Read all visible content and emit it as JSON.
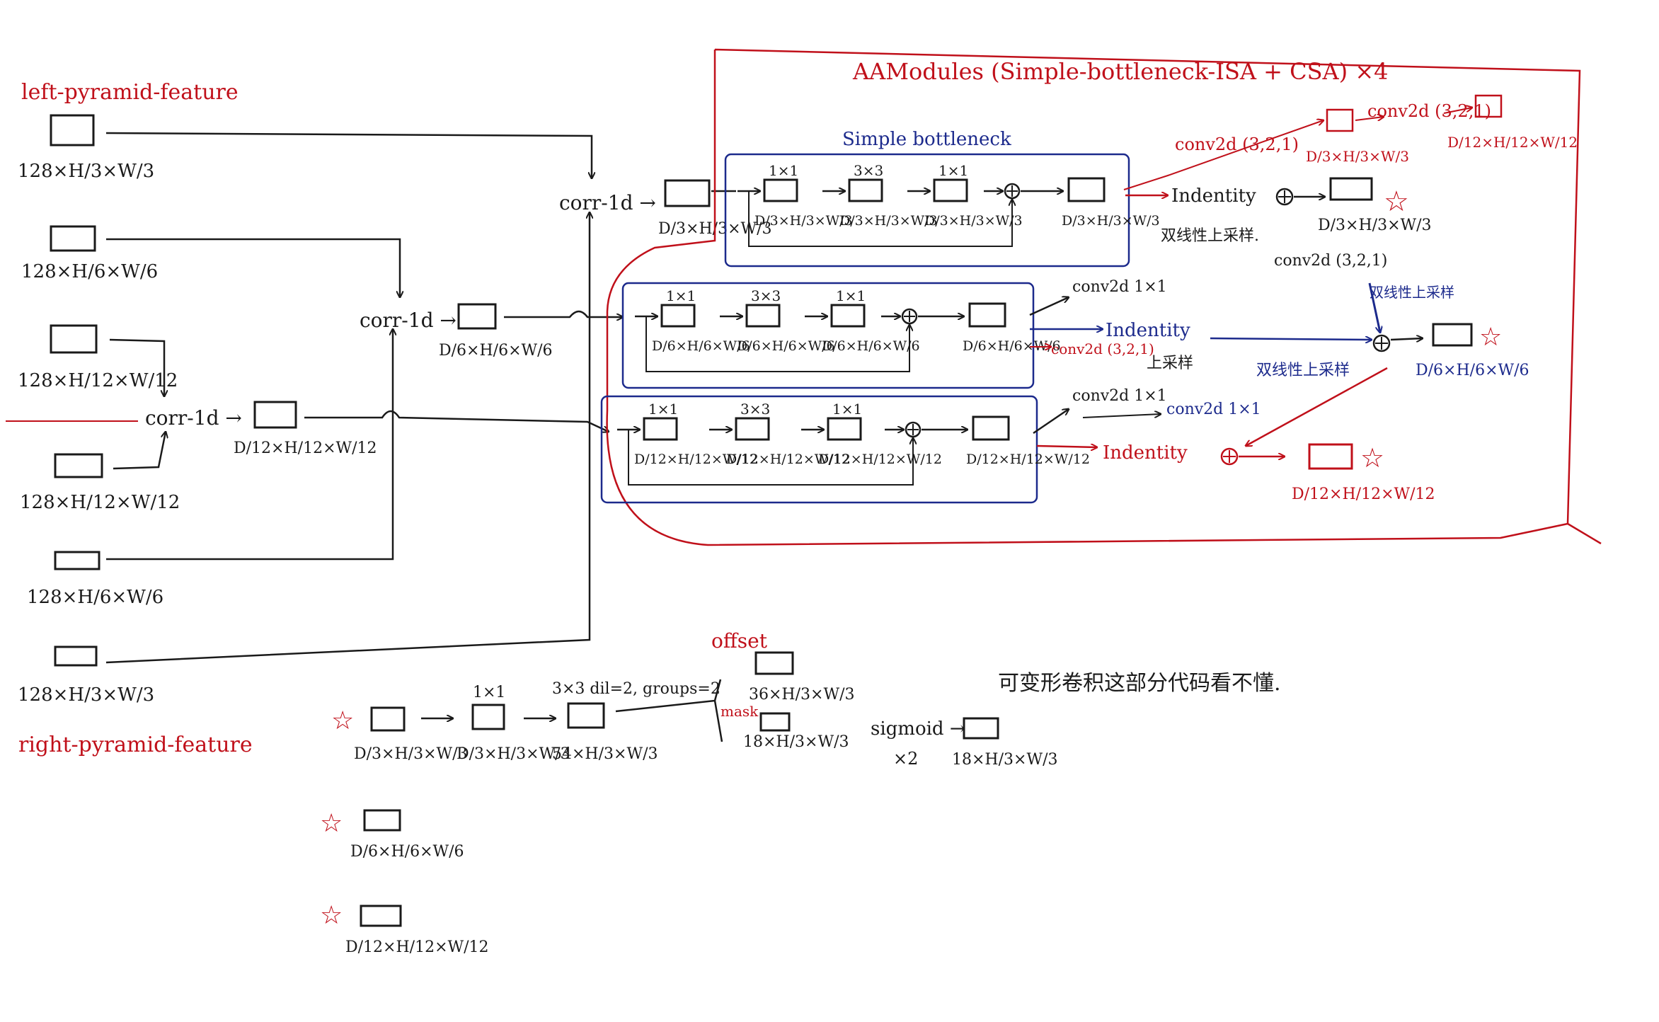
{
  "colors": {
    "ink": "#1a1a1a",
    "red": "#c0101a",
    "blue": "#1c2a8c"
  },
  "labels": {
    "left_pyramid": "left-pyramid-feature",
    "right_pyramid": "right-pyramid-feature",
    "module_title": "AAModules (Simple-bottleneck-ISA + CSA) ×4",
    "simple_bottleneck": "Simple bottleneck",
    "note": "可变形卷积这部分代码看不懂."
  },
  "left_features": [
    {
      "dims": "128×H/3×W/3"
    },
    {
      "dims": "128×H/6×W/6"
    },
    {
      "dims": "128×H/12×W/12"
    }
  ],
  "right_features": [
    {
      "dims": "128×H/12×W/12"
    },
    {
      "dims": "128×H/6×W/6"
    },
    {
      "dims": "128×H/3×W/3"
    }
  ],
  "corr": [
    {
      "label": "corr-1d →",
      "out": "D/3×H/3×W/3"
    },
    {
      "label": "corr-1d →",
      "out": "D/6×H/6×W/6"
    },
    {
      "label": "corr-1d →",
      "out": "D/12×H/12×W/12"
    }
  ],
  "bottleneck_rows": [
    {
      "in": "D/3×H/3×W/3",
      "k1": "1×1",
      "k2": "3×3",
      "k3": "1×1",
      "m1": "D/3×H/3×W/3",
      "m2": "D/3×H/3×W/3",
      "m3": "D/3×H/3×W/3",
      "out": "D/3×H/3×W/3"
    },
    {
      "in": "D/6×H/6×W/6",
      "k1": "1×1",
      "k2": "3×3",
      "k3": "1×1",
      "m1": "D/6×H/6×W/6",
      "m2": "D/6×H/6×W/6",
      "m3": "D/6×H/6×W/6",
      "out": "D/6×H/6×W/6"
    },
    {
      "in": "D/12×H/12×W/12",
      "k1": "1×1",
      "k2": "3×3",
      "k3": "1×1",
      "m1": "D/12×H/12×W/12",
      "m2": "D/12×H/12×W/12",
      "m3": "D/12×H/12×W/12",
      "out": "D/12×H/12×W/12"
    }
  ],
  "csa": {
    "conv_top1": "conv2d (3,2,1)",
    "conv_top2": "conv2d (3,2,1)",
    "top_small1": "D/3×H/3×W/3",
    "top_small2": "D/12×H/12×W/12",
    "identity1": "Indentity",
    "out1": "D/3×H/3×W/3",
    "bilinear1": "双线性上采样.",
    "conv_mid_a": "conv2d 1×1",
    "conv_mid_b": "conv2d (3,2,1)",
    "identity2": "Indentity",
    "up2": "上采样",
    "bilinear2": "双线性上采样",
    "conv_red": "conv2d (3,2,1)",
    "scribble": "双线性上采样",
    "out2": "D/6×H/6×W/6",
    "conv_low_a": "conv2d 1×1",
    "conv_low_b": "conv2d 1×1",
    "identity3": "Indentity",
    "out3": "D/12×H/12×W/12"
  },
  "deform": {
    "in": "D/3×H/3×W/3",
    "k1": "1×1",
    "mid": "D/3×H/3×W/3",
    "k2": "3×3 dil=2, groups=2",
    "mid2": "54×H/3×W/3",
    "offset": "offset",
    "offset_dims": "36×H/3×W/3",
    "mask": "mask",
    "mask_dims": "18×H/3×W/3",
    "sigmoid": "sigmoid →",
    "times2": "×2",
    "out": "18×H/3×W/3"
  },
  "extra_stars": [
    {
      "dims": "D/6×H/6×W/6"
    },
    {
      "dims": "D/12×H/12×W/12"
    }
  ]
}
